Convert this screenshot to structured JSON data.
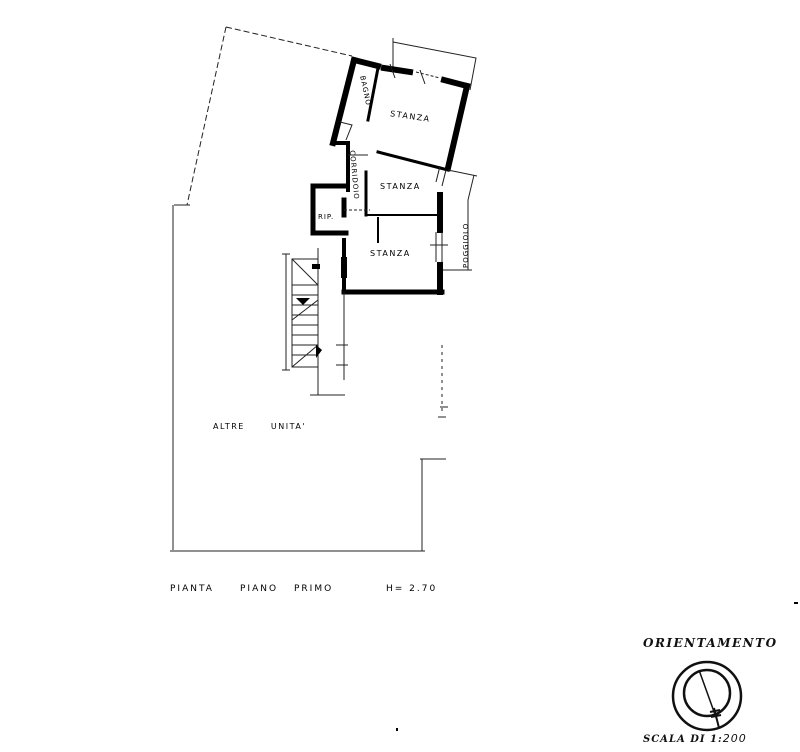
{
  "plan": {
    "title": "PIANTA PIANO PRIMO",
    "title_parts": [
      "PIANTA",
      "PIANO",
      "PRIMO"
    ],
    "height_label": "H= 2.70",
    "rooms": [
      {
        "id": "bagno",
        "label": "BAGNO"
      },
      {
        "id": "corridoio",
        "label": "CORRIDOIO"
      },
      {
        "id": "stanza-1",
        "label": "STANZA"
      },
      {
        "id": "stanza-2",
        "label": "STANZA"
      },
      {
        "id": "stanza-3",
        "label": "STANZA"
      },
      {
        "id": "ripostiglio",
        "label": "RIP."
      },
      {
        "id": "poggiolo",
        "label": "POGGIOLO"
      }
    ],
    "other_units_label": "ALTRE UNITA'"
  },
  "legend": {
    "orientation_title": "ORIENTAMENTO",
    "scale_prefix": "SCALA DI 1:",
    "scale_value": "200"
  },
  "colors": {
    "ink": "#000000",
    "paper": "#ffffff",
    "thin_line": "#333333"
  }
}
